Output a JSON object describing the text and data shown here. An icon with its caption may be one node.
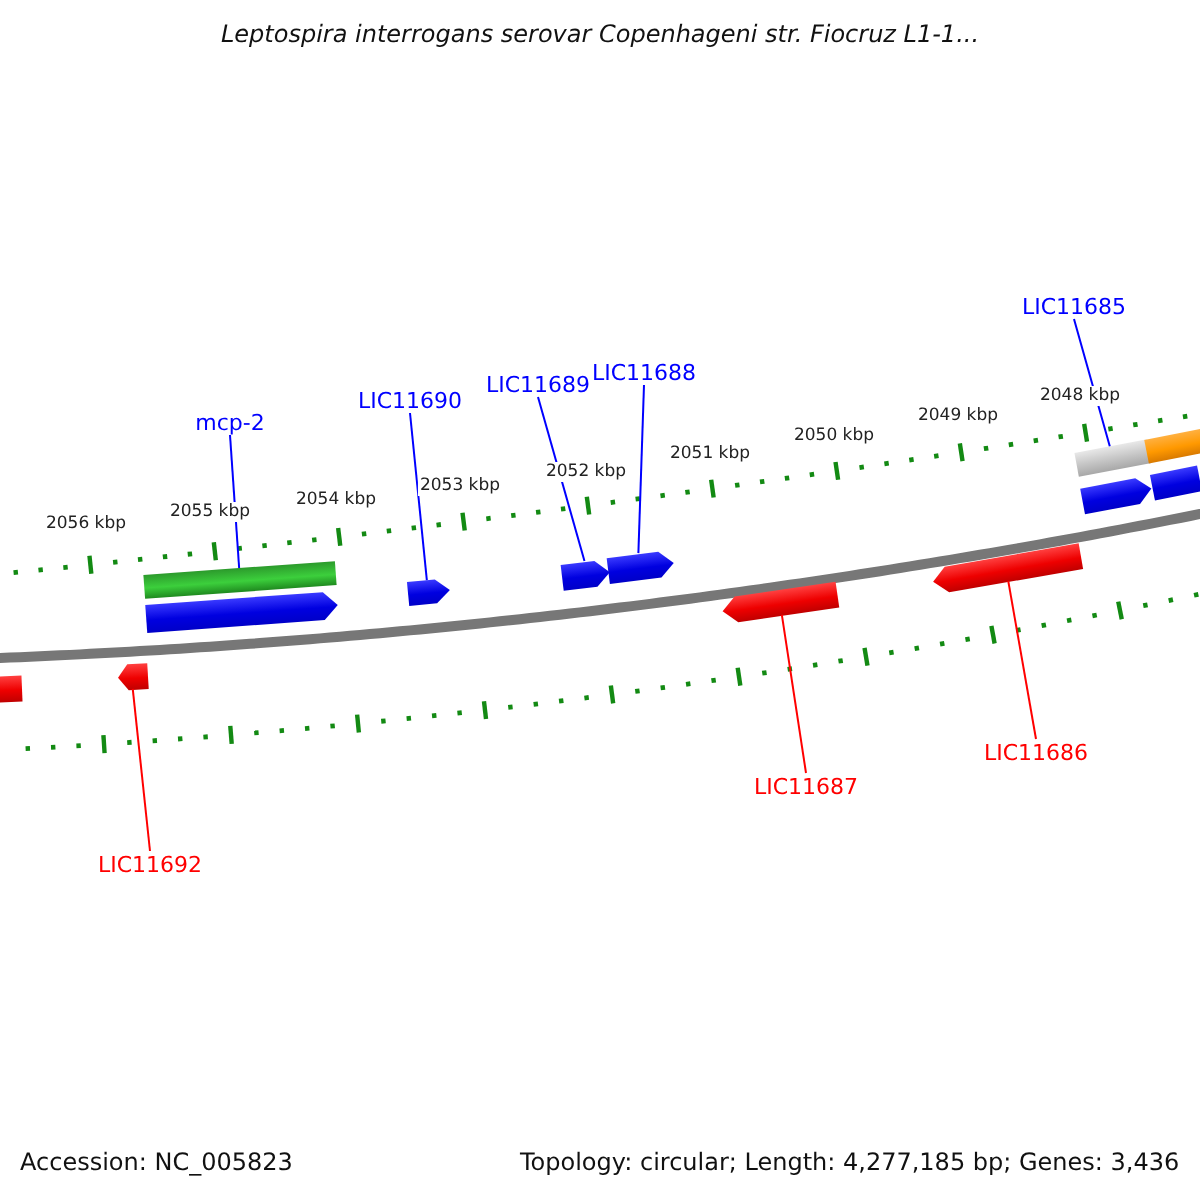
{
  "diagram": {
    "title": "Leptospira interrogans serovar Copenhageni str. Fiocruz L1-1...",
    "nodes": [
      {
        "text": [
          "mcp-2"
        ]
      },
      {
        "text": [
          "LIC11690"
        ]
      },
      {
        "text": [
          "LIC11689"
        ]
      },
      {
        "text": [
          "LIC11688"
        ]
      },
      {
        "text": [
          "LIC11685"
        ]
      },
      {
        "text": [],
        "shape": "bar"
      },
      {
        "text": [],
        "shape": "pentagon"
      },
      {
        "text": [],
        "shape": "pentagon"
      },
      {
        "text": [],
        "shape": "pentagon"
      },
      {
        "text": [],
        "shape": "pentagon"
      },
      {
        "text": [],
        "shape": "bar"
      },
      {
        "text": [],
        "shape": "bar"
      },
      {
        "text": [],
        "shape": "pentagon"
      },
      {
        "text": [],
        "shape": "bar"
      },
      {
        "text": [],
        "shape": "bar"
      },
      {
        "text": [],
        "shape": "pentagon"
      },
      {
        "text": [],
        "shape": "pentagon"
      },
      {
        "text": [],
        "shape": "pentagon"
      },
      {
        "text": [
          "LIC11692"
        ]
      },
      {
        "text": [
          "LIC11687"
        ]
      },
      {
        "text": [
          "LIC11686"
        ]
      }
    ],
    "edges": [
      {
        "from": 0,
        "to": 5,
        "arrow": "none"
      },
      {
        "from": 1,
        "to": 7,
        "arrow": "none"
      },
      {
        "from": 2,
        "to": 8,
        "arrow": "none"
      },
      {
        "from": 3,
        "to": 9,
        "arrow": "none"
      },
      {
        "from": 4,
        "to": 10,
        "arrow": "none"
      },
      {
        "from": 18,
        "to": 15,
        "arrow": "none",
        "color": "#ff0000"
      },
      {
        "from": 19,
        "to": 16,
        "arrow": "none",
        "color": "#ff0000"
      },
      {
        "from": 20,
        "to": 17,
        "arrow": "none",
        "color": "#ff0000"
      }
    ],
    "labels": [
      "2048 kbp",
      "2049 kbp",
      "2050 kbp",
      "2051 kbp",
      "2052 kbp",
      "2053 kbp",
      "2054 kbp",
      "2055 kbp",
      "2056 kbp",
      "Accession: NC_005823",
      "Topology: circular; Length: 4,277,185 bp; Genes: 3,436"
    ]
  }
}
